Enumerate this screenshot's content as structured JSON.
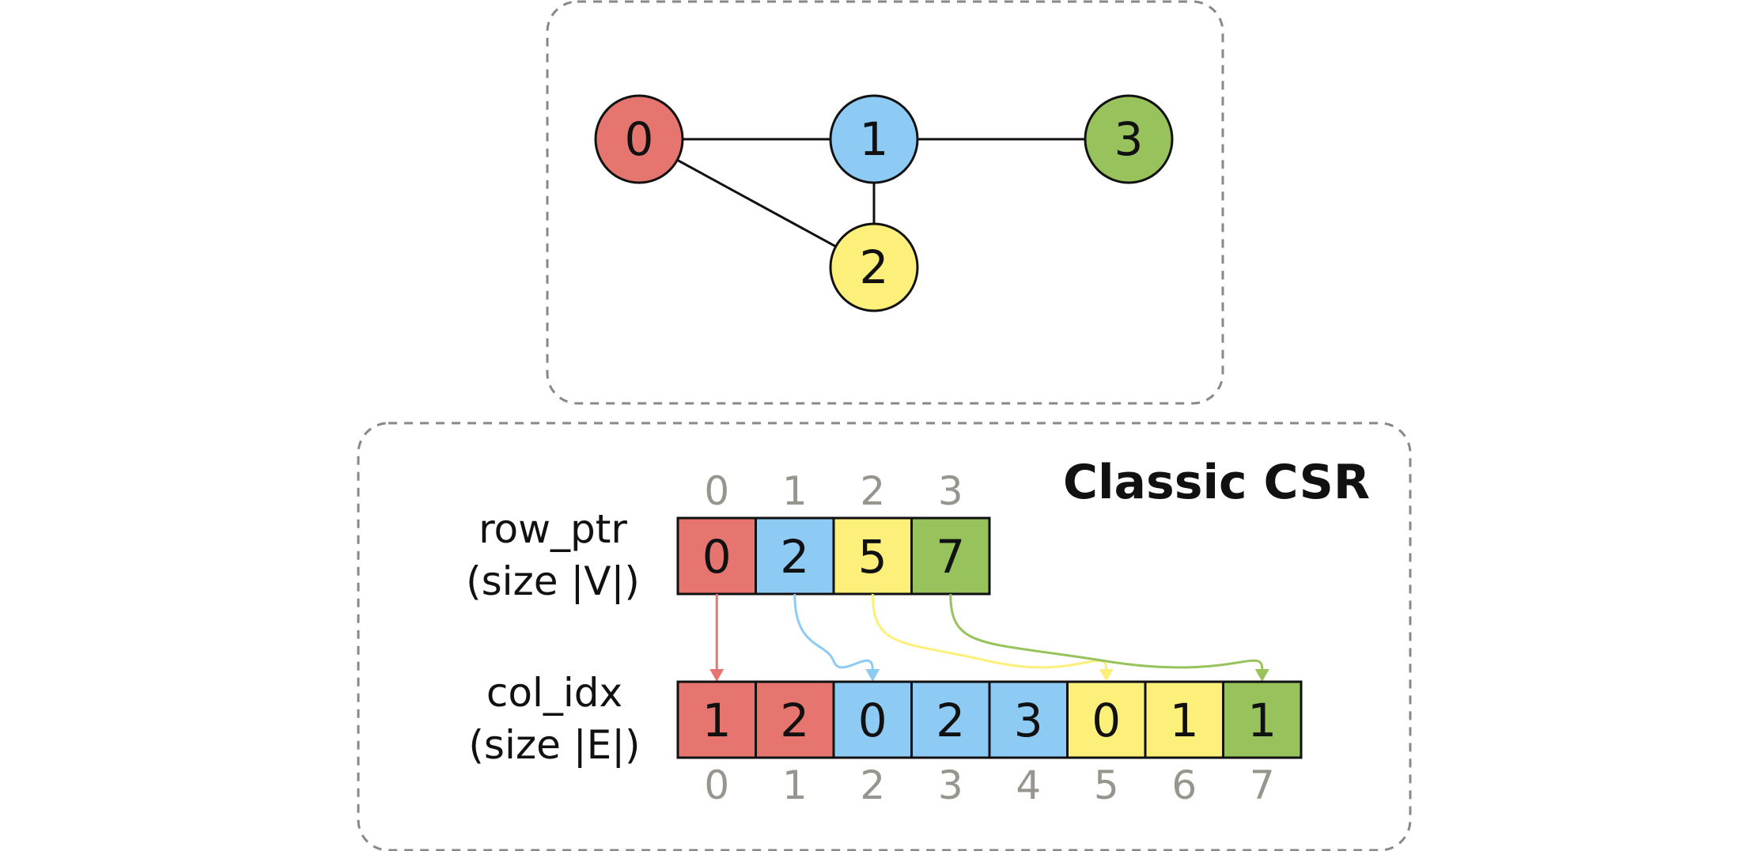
{
  "colors": {
    "node_0": "#e6756f",
    "node_1": "#8dcbf5",
    "node_2": "#fdf07a",
    "node_3": "#97c25c",
    "border": "#111111",
    "dashed_frame": "#888888",
    "index_text": "#97958e"
  },
  "graph": {
    "nodes": [
      {
        "id": "0",
        "label": "0",
        "color": "#e6756f"
      },
      {
        "id": "1",
        "label": "1",
        "color": "#8dcbf5"
      },
      {
        "id": "2",
        "label": "2",
        "color": "#fdf07a"
      },
      {
        "id": "3",
        "label": "3",
        "color": "#97c25c"
      }
    ],
    "edges": [
      [
        "0",
        "1"
      ],
      [
        "1",
        "3"
      ],
      [
        "1",
        "2"
      ],
      [
        "0",
        "2"
      ]
    ]
  },
  "csr": {
    "title": "Classic CSR",
    "row_ptr": {
      "label_line1": "row_ptr",
      "label_line2": "(size |V|)",
      "indices": [
        "0",
        "1",
        "2",
        "3"
      ],
      "values": [
        "0",
        "2",
        "5",
        "7"
      ],
      "colors": [
        "#e6756f",
        "#8dcbf5",
        "#fdf07a",
        "#97c25c"
      ]
    },
    "col_idx": {
      "label_line1": "col_idx",
      "label_line2": "(size |E|)",
      "indices": [
        "0",
        "1",
        "2",
        "3",
        "4",
        "5",
        "6",
        "7"
      ],
      "values": [
        "1",
        "2",
        "0",
        "2",
        "3",
        "0",
        "1",
        "1"
      ],
      "colors": [
        "#e6756f",
        "#e6756f",
        "#8dcbf5",
        "#8dcbf5",
        "#8dcbf5",
        "#fdf07a",
        "#fdf07a",
        "#97c25c"
      ]
    },
    "pointers": [
      {
        "from": 0,
        "to": 0,
        "color": "#e6756f"
      },
      {
        "from": 1,
        "to": 2,
        "color": "#8dcbf5"
      },
      {
        "from": 2,
        "to": 5,
        "color": "#fdf07a"
      },
      {
        "from": 3,
        "to": 7,
        "color": "#97c25c"
      }
    ]
  }
}
